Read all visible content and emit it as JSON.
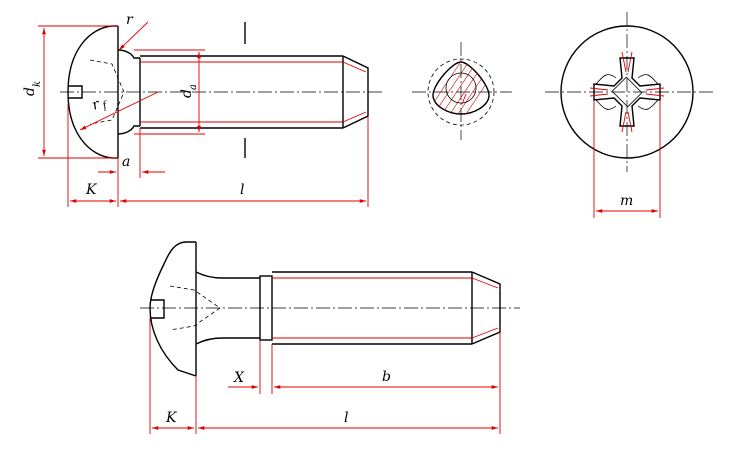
{
  "labels": {
    "dk": "d",
    "dk_sub": "k",
    "da": "d",
    "da_sub": "a",
    "r": "r",
    "rf": "r",
    "rf_sub": "f",
    "a": "a",
    "K_top": "K",
    "l_top": "l",
    "m": "m",
    "X": "X",
    "b": "b",
    "K_bottom": "K",
    "l_bottom": "l"
  },
  "colors": {
    "outline": "#000000",
    "dimension": "#e00000"
  }
}
